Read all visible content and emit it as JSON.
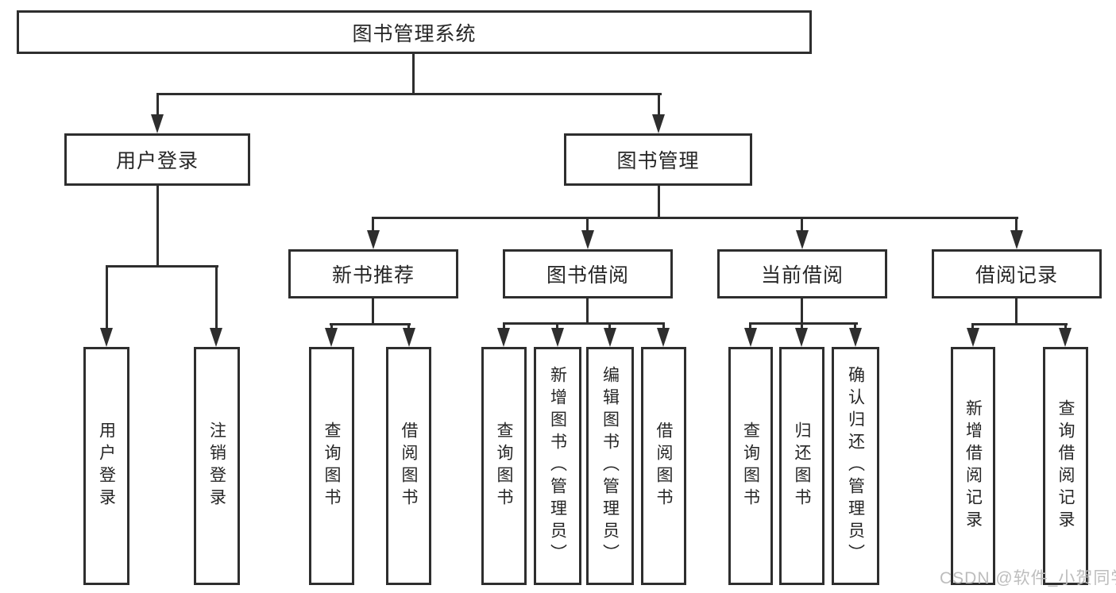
{
  "tree": {
    "label": "图书管理系统",
    "children": [
      {
        "label": "用户登录",
        "children": [
          {
            "label": "用户登录"
          },
          {
            "label": "注销登录"
          }
        ]
      },
      {
        "label": "图书管理",
        "children": [
          {
            "label": "新书推荐",
            "children": [
              {
                "label": "查询图书"
              },
              {
                "label": "借阅图书"
              }
            ]
          },
          {
            "label": "图书借阅",
            "children": [
              {
                "label": "查询图书"
              },
              {
                "label": "新增图书（管理员）"
              },
              {
                "label": "编辑图书（管理员）"
              },
              {
                "label": "借阅图书"
              }
            ]
          },
          {
            "label": "当前借阅",
            "children": [
              {
                "label": "查询图书"
              },
              {
                "label": "归还图书"
              },
              {
                "label": "确认归还（管理员）"
              }
            ]
          },
          {
            "label": "借阅记录",
            "children": [
              {
                "label": "新增借阅记录"
              },
              {
                "label": "查询借阅记录"
              }
            ]
          }
        ]
      }
    ]
  },
  "watermark": {
    "text": "CSDN @软件_小贺同学",
    "color": "#bdbdbd"
  },
  "colors": {
    "line": "#2e2e2e",
    "box_border": "#2e2e2e",
    "text": "#262626",
    "background": "#ffffff"
  }
}
